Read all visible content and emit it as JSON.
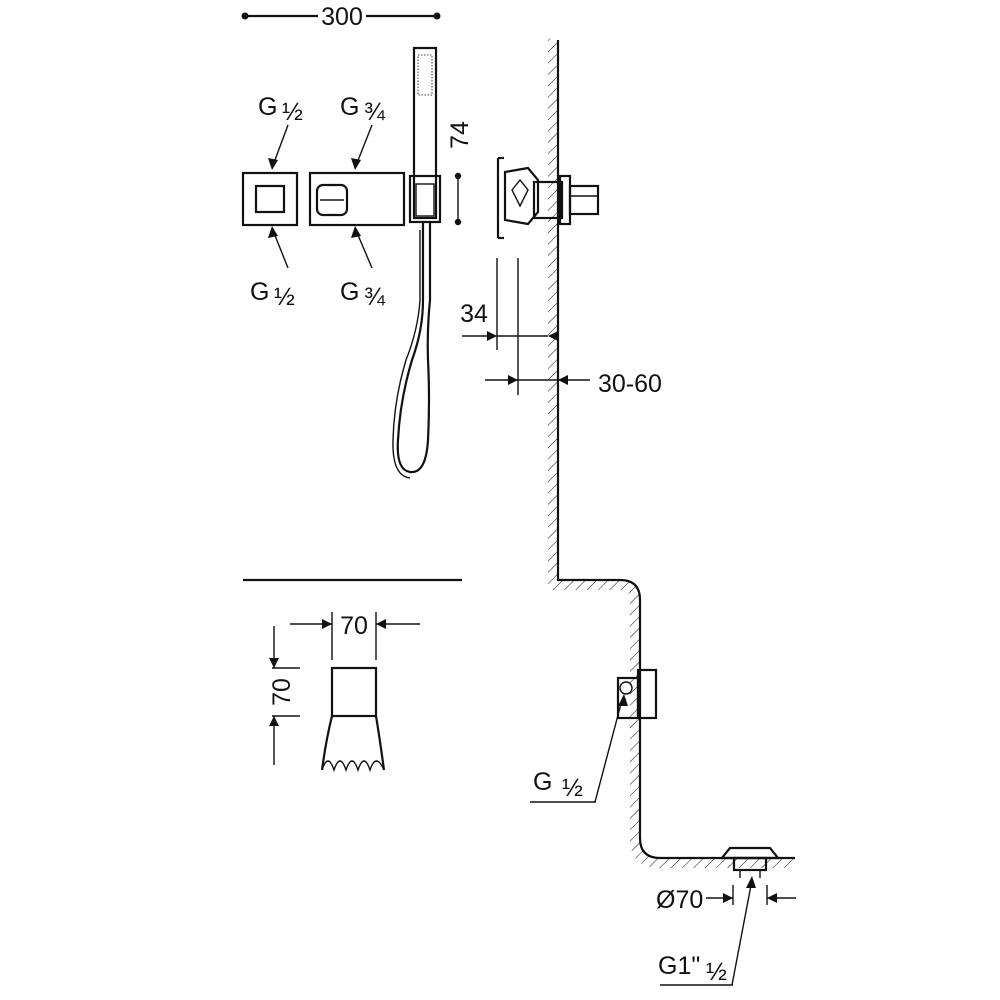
{
  "dimensions": {
    "width_top": "300",
    "handshower_height": "74",
    "depth_34": "34",
    "depth_range": "30-60",
    "spout_width": "70",
    "spout_height": "70",
    "drain_diameter": "Ø70"
  },
  "connections": {
    "left_top": {
      "prefix": "G",
      "frac": "½"
    },
    "right_top": {
      "prefix": "G",
      "frac": "¾"
    },
    "left_bottom": {
      "prefix": "G",
      "frac": "½"
    },
    "right_bottom": {
      "prefix": "G",
      "frac": "¾"
    },
    "spout_inlet": {
      "prefix": "G",
      "frac": "½"
    },
    "drain_thread": {
      "prefix": "G1\"",
      "frac": "½"
    }
  },
  "icon_names": [
    "handshower-icon",
    "hose-icon",
    "wall-hatch-icon",
    "spout-icon",
    "drain-icon",
    "valve-body-icon"
  ]
}
